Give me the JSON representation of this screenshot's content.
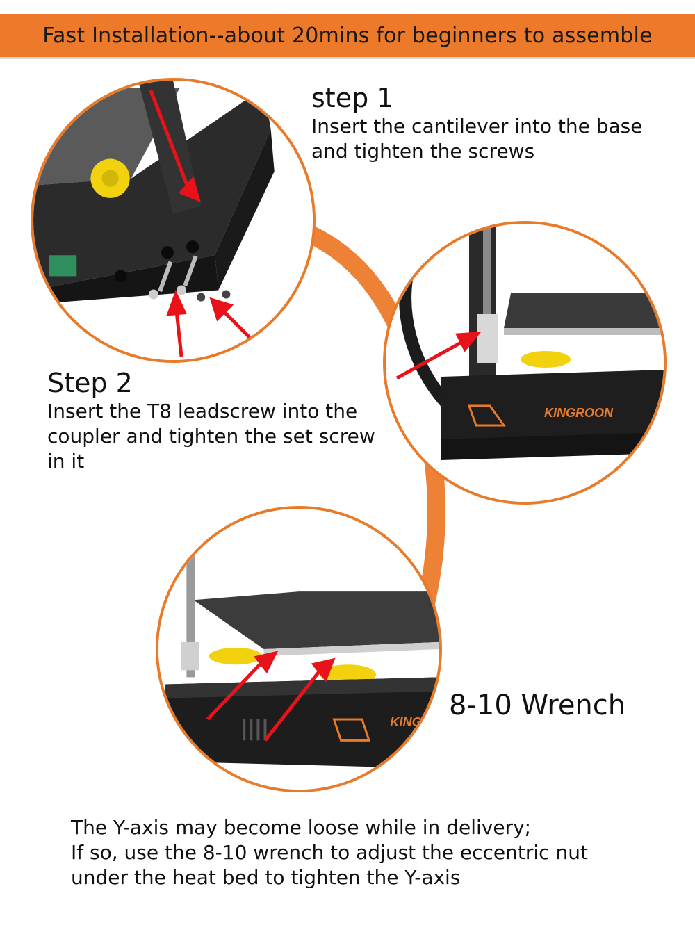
{
  "banner": {
    "text": "Fast Installation--about 20mins for beginners to assemble",
    "color": "#ec7a2a"
  },
  "accent_color": "#e87a2a",
  "arrow_color": "#e8131a",
  "step1": {
    "title": "step 1",
    "description": "Insert the cantilever into the base\nand tighten the screws"
  },
  "step2": {
    "title": "Step 2",
    "description": "Insert the T8 leadscrew into the\ncoupler and tighten the set screw\nin it"
  },
  "brand_logo": "KINGROON",
  "wrench": {
    "label": "8-10 Wrench"
  },
  "note": {
    "text": "The Y-axis may become loose while in delivery;\nIf so, use the 8-10 wrench to adjust the eccentric nut\nunder the heat bed to tighten the Y-axis"
  }
}
